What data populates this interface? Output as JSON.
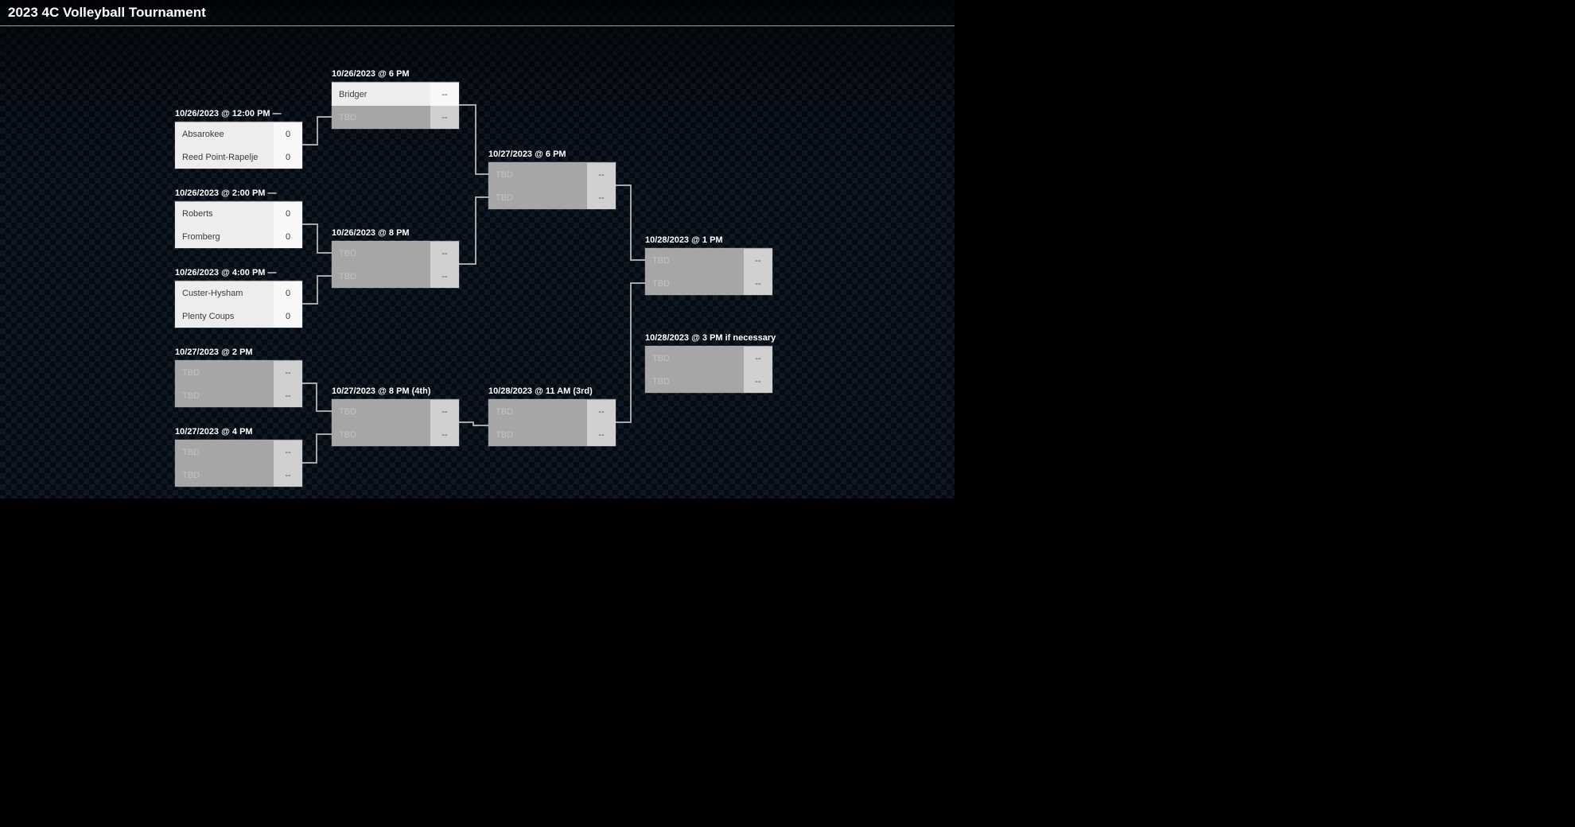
{
  "title": "2023 4C Volleyball Tournament",
  "colors": {
    "page_background": "#000000",
    "pattern_dark": "#050910",
    "pattern_light": "#0e1724",
    "header_divider": "#9e9e9e",
    "title_text": "#ffffff",
    "match_label_text": "#ffffff",
    "connector_line": "#a6a6a6",
    "row_light_bg": "#ededed",
    "row_light_score_bg": "#f8f8f8",
    "row_light_text": "#3b3b3b",
    "row_tbd_bg": "#a6a6a6",
    "row_tbd_score_bg": "#d0d0d0",
    "row_tbd_text": "#c2c2c2",
    "row_tbd_score_text": "#4d4d4d"
  },
  "matches": {
    "m1": {
      "label": "10/26/2023 @ 12:00 PM —",
      "teams": [
        {
          "name": "Absarokee",
          "score": "0"
        },
        {
          "name": "Reed Point-Rapelje",
          "score": "0"
        }
      ]
    },
    "m2": {
      "label": "10/26/2023 @ 2:00 PM —",
      "teams": [
        {
          "name": "Roberts",
          "score": "0"
        },
        {
          "name": "Fromberg",
          "score": "0"
        }
      ]
    },
    "m3": {
      "label": "10/26/2023 @ 4:00 PM —",
      "teams": [
        {
          "name": "Custer-Hysham",
          "score": "0"
        },
        {
          "name": "Plenty Coups",
          "score": "0"
        }
      ]
    },
    "m4": {
      "label": "10/27/2023 @ 2 PM",
      "teams": [
        {
          "name": "TBD",
          "score": "--"
        },
        {
          "name": "TBD",
          "score": "--"
        }
      ]
    },
    "m5": {
      "label": "10/27/2023 @ 4 PM",
      "teams": [
        {
          "name": "TBD",
          "score": "--"
        },
        {
          "name": "TBD",
          "score": "--"
        }
      ]
    },
    "m6": {
      "label": "10/26/2023 @ 6 PM",
      "teams": [
        {
          "name": "Bridger",
          "score": "--"
        },
        {
          "name": "TBD",
          "score": "--"
        }
      ]
    },
    "m7": {
      "label": "10/26/2023 @ 8 PM",
      "teams": [
        {
          "name": "TBD",
          "score": "--"
        },
        {
          "name": "TBD",
          "score": "--"
        }
      ]
    },
    "m8": {
      "label": "10/27/2023 @ 8 PM (4th)",
      "teams": [
        {
          "name": "TBD",
          "score": "--"
        },
        {
          "name": "TBD",
          "score": "--"
        }
      ]
    },
    "m9": {
      "label": "10/27/2023 @ 6 PM",
      "teams": [
        {
          "name": "TBD",
          "score": "--"
        },
        {
          "name": "TBD",
          "score": "--"
        }
      ]
    },
    "m10": {
      "label": "10/28/2023 @ 11 AM (3rd)",
      "teams": [
        {
          "name": "TBD",
          "score": "--"
        },
        {
          "name": "TBD",
          "score": "--"
        }
      ]
    },
    "m11": {
      "label": "10/28/2023 @ 1 PM",
      "teams": [
        {
          "name": "TBD",
          "score": "--"
        },
        {
          "name": "TBD",
          "score": "--"
        }
      ]
    },
    "m12": {
      "label": "10/28/2023 @ 3 PM if necessary",
      "teams": [
        {
          "name": "TBD",
          "score": "--"
        },
        {
          "name": "TBD",
          "score": "--"
        }
      ]
    }
  }
}
